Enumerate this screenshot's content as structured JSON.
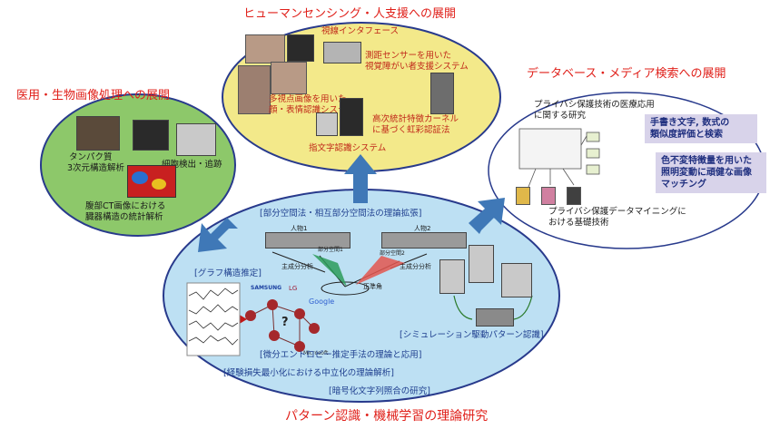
{
  "titles": {
    "top": "ヒューマンセンシング・人支援への展開",
    "left": "医用・生物画像処理への展開",
    "right": "データベース・メディア検索への展開",
    "bottom": "パターン認識・機械学習の理論研究"
  },
  "yellow_ellipse": {
    "gaze": "視線インタフェース",
    "distance_line1": "測距センサーを用いた",
    "distance_line2": "視覚障がい者支援システム",
    "multiview_line1": "多視点画像を用いた",
    "multiview_line2": "顔・表情認識システム",
    "kernel_line1": "高次統計特徴カーネル",
    "kernel_line2": "に基づく虹彩認証法",
    "finger": "指文字認識システム"
  },
  "green_ellipse": {
    "protein_line1": "タンパク質",
    "protein_line2": "3次元構造解析",
    "cell": "細胞検出・追跡",
    "ct_line1": "腹部CT画像における",
    "ct_line2": "臓器構造の統計解析"
  },
  "white_ellipse": {
    "privacy_line1": "プライバシ保護技術の医療応用",
    "privacy_line2": "に関する研究",
    "handwriting_line1": "手書き文字, 数式の",
    "handwriting_line2": "類似度評価と検索",
    "invariant_line1": "色不変特徴量を用いた",
    "invariant_line2": "照明変動に頑健な画像",
    "invariant_line3": "マッチング",
    "mining_line1": "プライバシ保護データマイニングに",
    "mining_line2": "おける基礎技術"
  },
  "blue_ellipse": {
    "subspace": "[部分空間法・相互部分空間法の理論拡張]",
    "person1": "人物1",
    "person2": "人物2",
    "pca1": "主成分分析",
    "pca2": "主成分分析",
    "subspace1": "部分空間1",
    "subspace2": "部分空間2",
    "canonical_angle": "正準角",
    "graph": "[グラフ構造推定]",
    "simulation": "[シミュレーション駆動パターン認識]",
    "entropy": "[微分エントロピー推定手法の理論と応用]",
    "risk": "[経験損失最小化における中立化の理論解析]",
    "crypto": "[暗号化文字列照合の研究]",
    "logo_google": "Google",
    "logo_microsoft": "Microsoft",
    "logo_samsung": "SAMSUNG",
    "logo_lg": "LG"
  },
  "colors": {
    "yellow_fill": "#f3e98a",
    "green_fill": "#8dc86a",
    "blue_fill": "#bde0f3",
    "arrow_blue": "#3f78b7",
    "title_red": "#e0201a",
    "ring_navy": "#283a8c"
  },
  "icons": [
    "up-arrow-icon",
    "up-left-arrow-icon",
    "up-right-arrow-icon",
    "question-mark-icon"
  ]
}
